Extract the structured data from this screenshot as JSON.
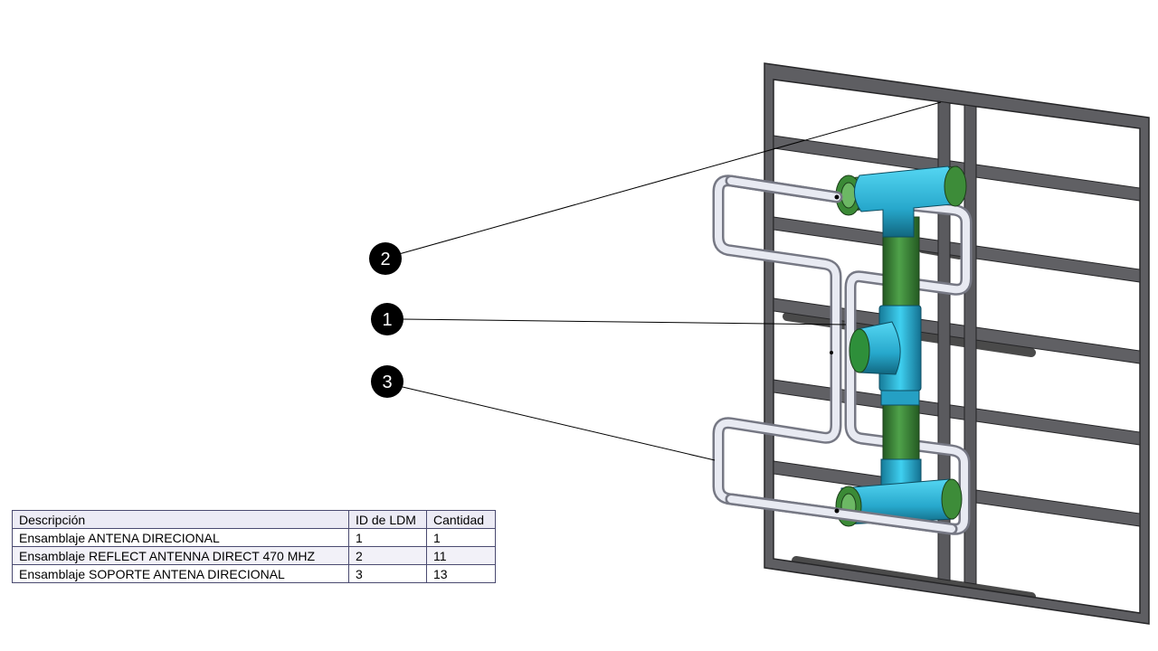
{
  "balloons": [
    {
      "id": "balloon-2",
      "label": "2"
    },
    {
      "id": "balloon-1",
      "label": "1"
    },
    {
      "id": "balloon-3",
      "label": "3"
    }
  ],
  "bom": {
    "headers": [
      "Descripción",
      "ID de LDM",
      "Cantidad"
    ],
    "rows": [
      [
        "Ensamblaje ANTENA DIRECIONAL",
        "1",
        "1"
      ],
      [
        "Ensamblaje REFLECT ANTENNA DIRECT 470 MHZ",
        "2",
        "11"
      ],
      [
        "Ensamblaje SOPORTE ANTENA DIRECIONAL",
        "3",
        "13"
      ]
    ]
  },
  "colors": {
    "frame": "#5a5a5e",
    "frame_edge": "#2a2a2c",
    "pipe_green": "#3f8a3c",
    "fitting_cyan": "#29b6d8",
    "element_silver": "#e4e6ee",
    "leader": "#000000",
    "balloon": "#000000"
  }
}
